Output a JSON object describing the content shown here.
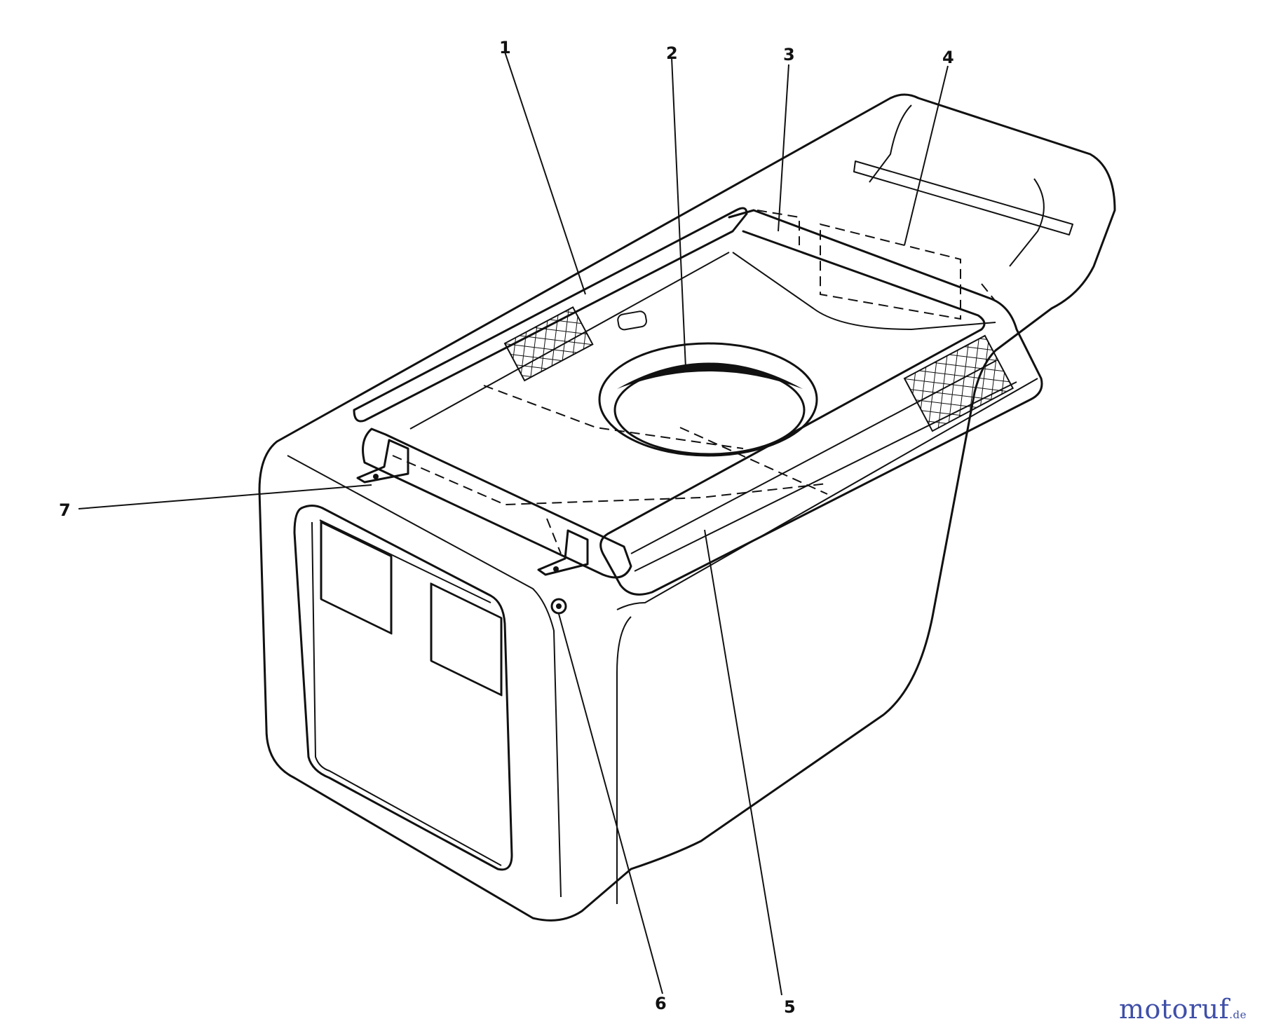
{
  "callouts": [
    {
      "id": "1",
      "label": "1"
    },
    {
      "id": "2",
      "label": "2"
    },
    {
      "id": "3",
      "label": "3"
    },
    {
      "id": "4",
      "label": "4"
    },
    {
      "id": "5",
      "label": "5"
    },
    {
      "id": "6",
      "label": "6"
    },
    {
      "id": "7",
      "label": "7"
    }
  ],
  "watermark": {
    "name": "motoruf",
    "tld": ".de",
    "color": "#3f4fa8"
  }
}
